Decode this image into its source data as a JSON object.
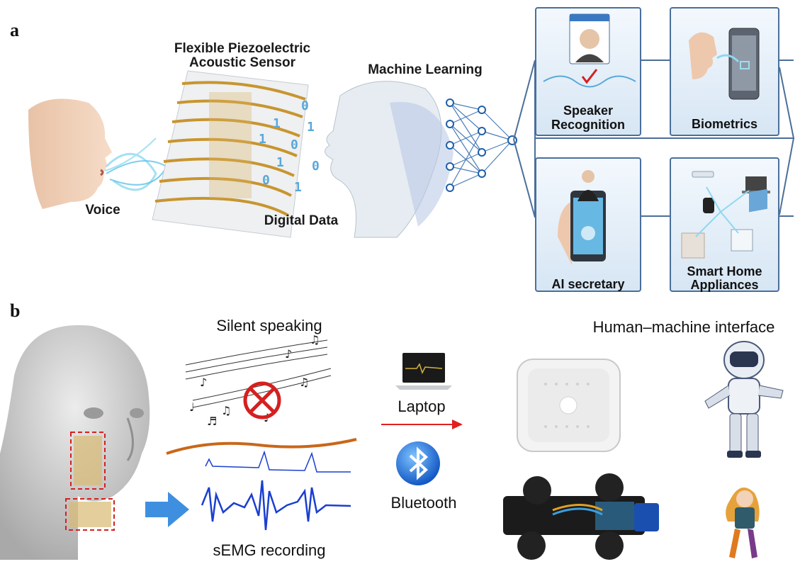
{
  "panel_a": {
    "label": "a",
    "voice_label": "Voice",
    "sensor_title_line1": "Flexible Piezoelectric",
    "sensor_title_line2": "Acoustic Sensor",
    "digital_data_label": "Digital Data",
    "ml_label": "Machine Learning",
    "applications": [
      {
        "line1": "Speaker",
        "line2": "Recognition"
      },
      {
        "line1": "Biometrics",
        "line2": ""
      },
      {
        "line1": "AI secretary",
        "line2": ""
      },
      {
        "line1": "Smart Home",
        "line2": "Appliances"
      }
    ]
  },
  "panel_b": {
    "label": "b",
    "silent_label": "Silent speaking",
    "hmi_label": "Human–machine interface",
    "laptop_label": "Laptop",
    "bluetooth_label": "Bluetooth",
    "semg_label": "sEMG recording"
  },
  "colors": {
    "frame": "#4a6f9a",
    "network_node": "#1f5fa8",
    "arrow_red": "#e02020",
    "arrow_blue": "#3f8fe0",
    "signal_blue": "#1a3fd0",
    "signal_orange": "#c8671a",
    "dashed_red": "#d42020"
  }
}
